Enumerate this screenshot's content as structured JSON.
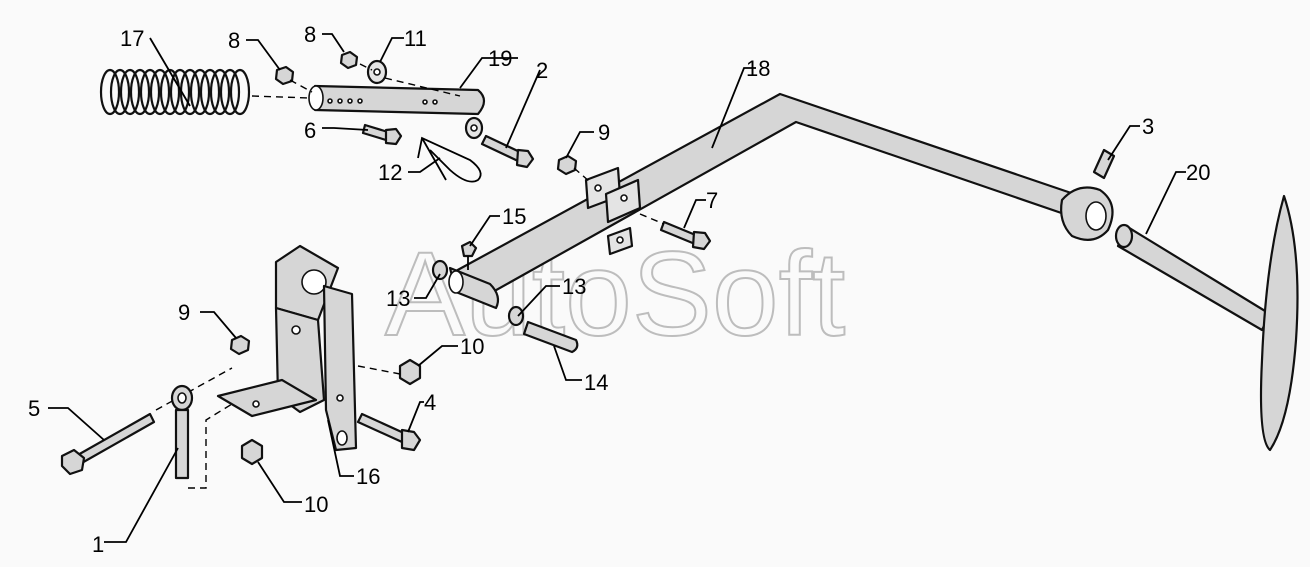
{
  "watermark": "AutoSoft",
  "callouts": [
    {
      "id": "1",
      "label": "1"
    },
    {
      "id": "2",
      "label": "2"
    },
    {
      "id": "3",
      "label": "3"
    },
    {
      "id": "4",
      "label": "4"
    },
    {
      "id": "5",
      "label": "5"
    },
    {
      "id": "6",
      "label": "6"
    },
    {
      "id": "7",
      "label": "7"
    },
    {
      "id": "8a",
      "label": "8"
    },
    {
      "id": "8b",
      "label": "8"
    },
    {
      "id": "9a",
      "label": "9"
    },
    {
      "id": "9b",
      "label": "9"
    },
    {
      "id": "10a",
      "label": "10"
    },
    {
      "id": "10b",
      "label": "10"
    },
    {
      "id": "11",
      "label": "11"
    },
    {
      "id": "12",
      "label": "12"
    },
    {
      "id": "13a",
      "label": "13"
    },
    {
      "id": "13b",
      "label": "13"
    },
    {
      "id": "14",
      "label": "14"
    },
    {
      "id": "15",
      "label": "15"
    },
    {
      "id": "16",
      "label": "16"
    },
    {
      "id": "17",
      "label": "17"
    },
    {
      "id": "18",
      "label": "18"
    },
    {
      "id": "19",
      "label": "19"
    },
    {
      "id": "20",
      "label": "20"
    }
  ]
}
